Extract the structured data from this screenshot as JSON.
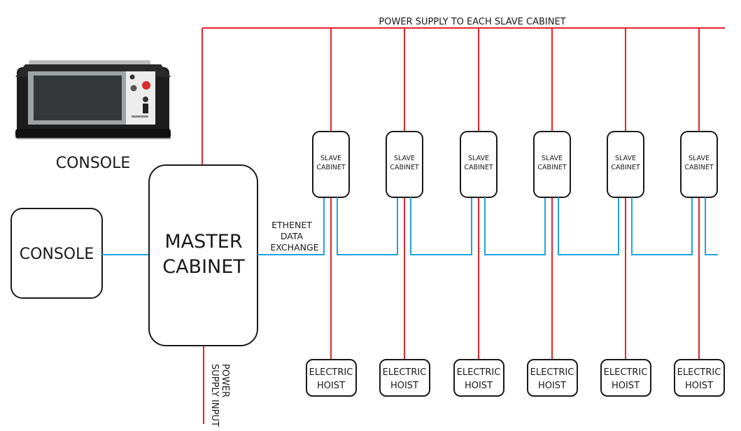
{
  "power_bus_label": "POWER SUPPLY TO EACH SLAVE CABINET",
  "console_photo_caption": "CONSOLE",
  "console_box_label": "CONSOLE",
  "master_cabinet": {
    "line1": "MASTER",
    "line2": "CABINET"
  },
  "ethernet_label": {
    "line1": "ETHENET",
    "line2": "DATA",
    "line3": "EXCHANGE"
  },
  "power_input_label": {
    "line1": "POWER",
    "line2": "SUPPLY INPUT"
  },
  "slave_cabinets": [
    {
      "line1": "SLAVE",
      "line2": "CABINET"
    },
    {
      "line1": "SLAVE",
      "line2": "CABINET"
    },
    {
      "line1": "SLAVE",
      "line2": "CABINET"
    },
    {
      "line1": "SLAVE",
      "line2": "CABINET"
    },
    {
      "line1": "SLAVE",
      "line2": "CABINET"
    },
    {
      "line1": "SLAVE",
      "line2": "CABINET"
    }
  ],
  "electric_hoists": [
    {
      "line1": "ELECTRIC",
      "line2": "HOIST"
    },
    {
      "line1": "ELECTRIC",
      "line2": "HOIST"
    },
    {
      "line1": "ELECTRIC",
      "line2": "HOIST"
    },
    {
      "line1": "ELECTRIC",
      "line2": "HOIST"
    },
    {
      "line1": "ELECTRIC",
      "line2": "HOIST"
    },
    {
      "line1": "ELECTRIC",
      "line2": "HOIST"
    }
  ],
  "colors": {
    "power": "#e1262d",
    "data": "#1fa3e0",
    "outline": "#1a1a1a"
  }
}
